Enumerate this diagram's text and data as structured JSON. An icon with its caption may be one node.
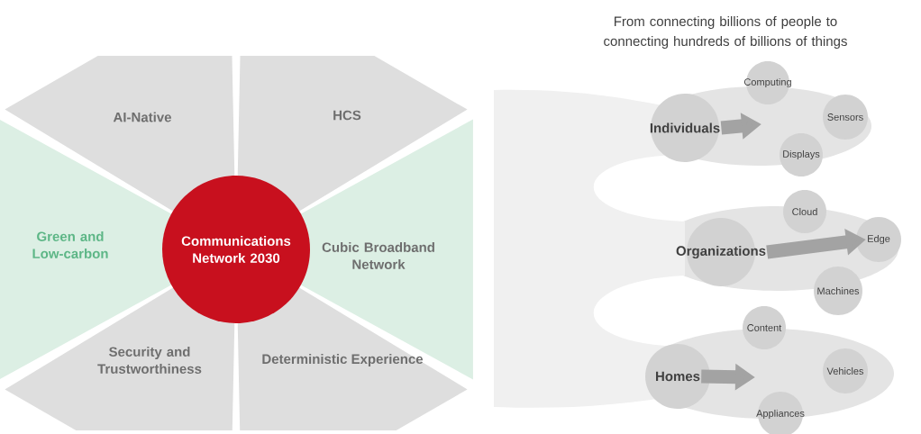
{
  "diagram": {
    "nodes": [
      {
        "text": [
          "AI-Native"
        ]
      },
      {
        "text": [
          "HCS"
        ]
      },
      {
        "text": [
          "Green and Low-carbon"
        ]
      },
      {
        "text": [
          "Cubic Broadband Network"
        ]
      },
      {
        "text": [
          "Security and Trustworthiness"
        ]
      },
      {
        "text": [
          "Deterministic Experience"
        ]
      },
      {
        "text": [
          "Communications Network 2030"
        ]
      },
      {
        "text": [
          "Individuals"
        ]
      },
      {
        "text": [
          "Computing"
        ]
      },
      {
        "text": [
          "Sensors"
        ]
      },
      {
        "text": [
          "Displays"
        ]
      },
      {
        "text": [
          "Organizations"
        ]
      },
      {
        "text": [
          "Cloud"
        ]
      },
      {
        "text": [
          "Edge"
        ]
      },
      {
        "text": [
          "Machines"
        ]
      },
      {
        "text": [
          "Homes"
        ]
      },
      {
        "text": [
          "Content"
        ]
      },
      {
        "text": [
          "Vehicles"
        ]
      },
      {
        "text": [
          "Appliances"
        ]
      }
    ],
    "edges": [
      {
        "from": 7,
        "to": null,
        "arrow": "to"
      },
      {
        "from": 11,
        "to": 13,
        "arrow": "to"
      },
      {
        "from": 15,
        "to": null,
        "arrow": "to"
      }
    ],
    "labels": [
      "From connecting billions of people to connecting hundreds of billions of things"
    ]
  }
}
